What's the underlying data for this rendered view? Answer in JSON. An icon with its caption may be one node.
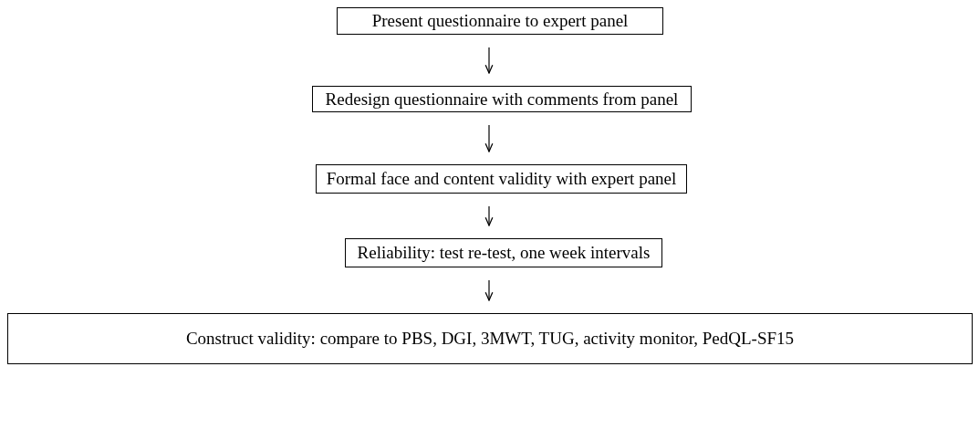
{
  "diagram": {
    "nodes": [
      {
        "text": [
          "Present questionnaire to expert panel"
        ]
      },
      {
        "text": [
          "Redesign questionnaire with comments from panel"
        ]
      },
      {
        "text": [
          "Formal face and content validity with expert panel"
        ]
      },
      {
        "text": [
          "Reliability: test re-test, one week intervals"
        ]
      },
      {
        "text": [
          "Construct validity: compare to PBS, DGI, 3MWT, TUG, activity monitor, PedQL-SF15"
        ]
      }
    ],
    "edges": [
      {
        "from": 0,
        "to": 1,
        "arrow": "to"
      },
      {
        "from": 1,
        "to": 2,
        "arrow": "to"
      },
      {
        "from": 2,
        "to": 3,
        "arrow": "to"
      },
      {
        "from": 3,
        "to": 4,
        "arrow": "to"
      }
    ]
  }
}
